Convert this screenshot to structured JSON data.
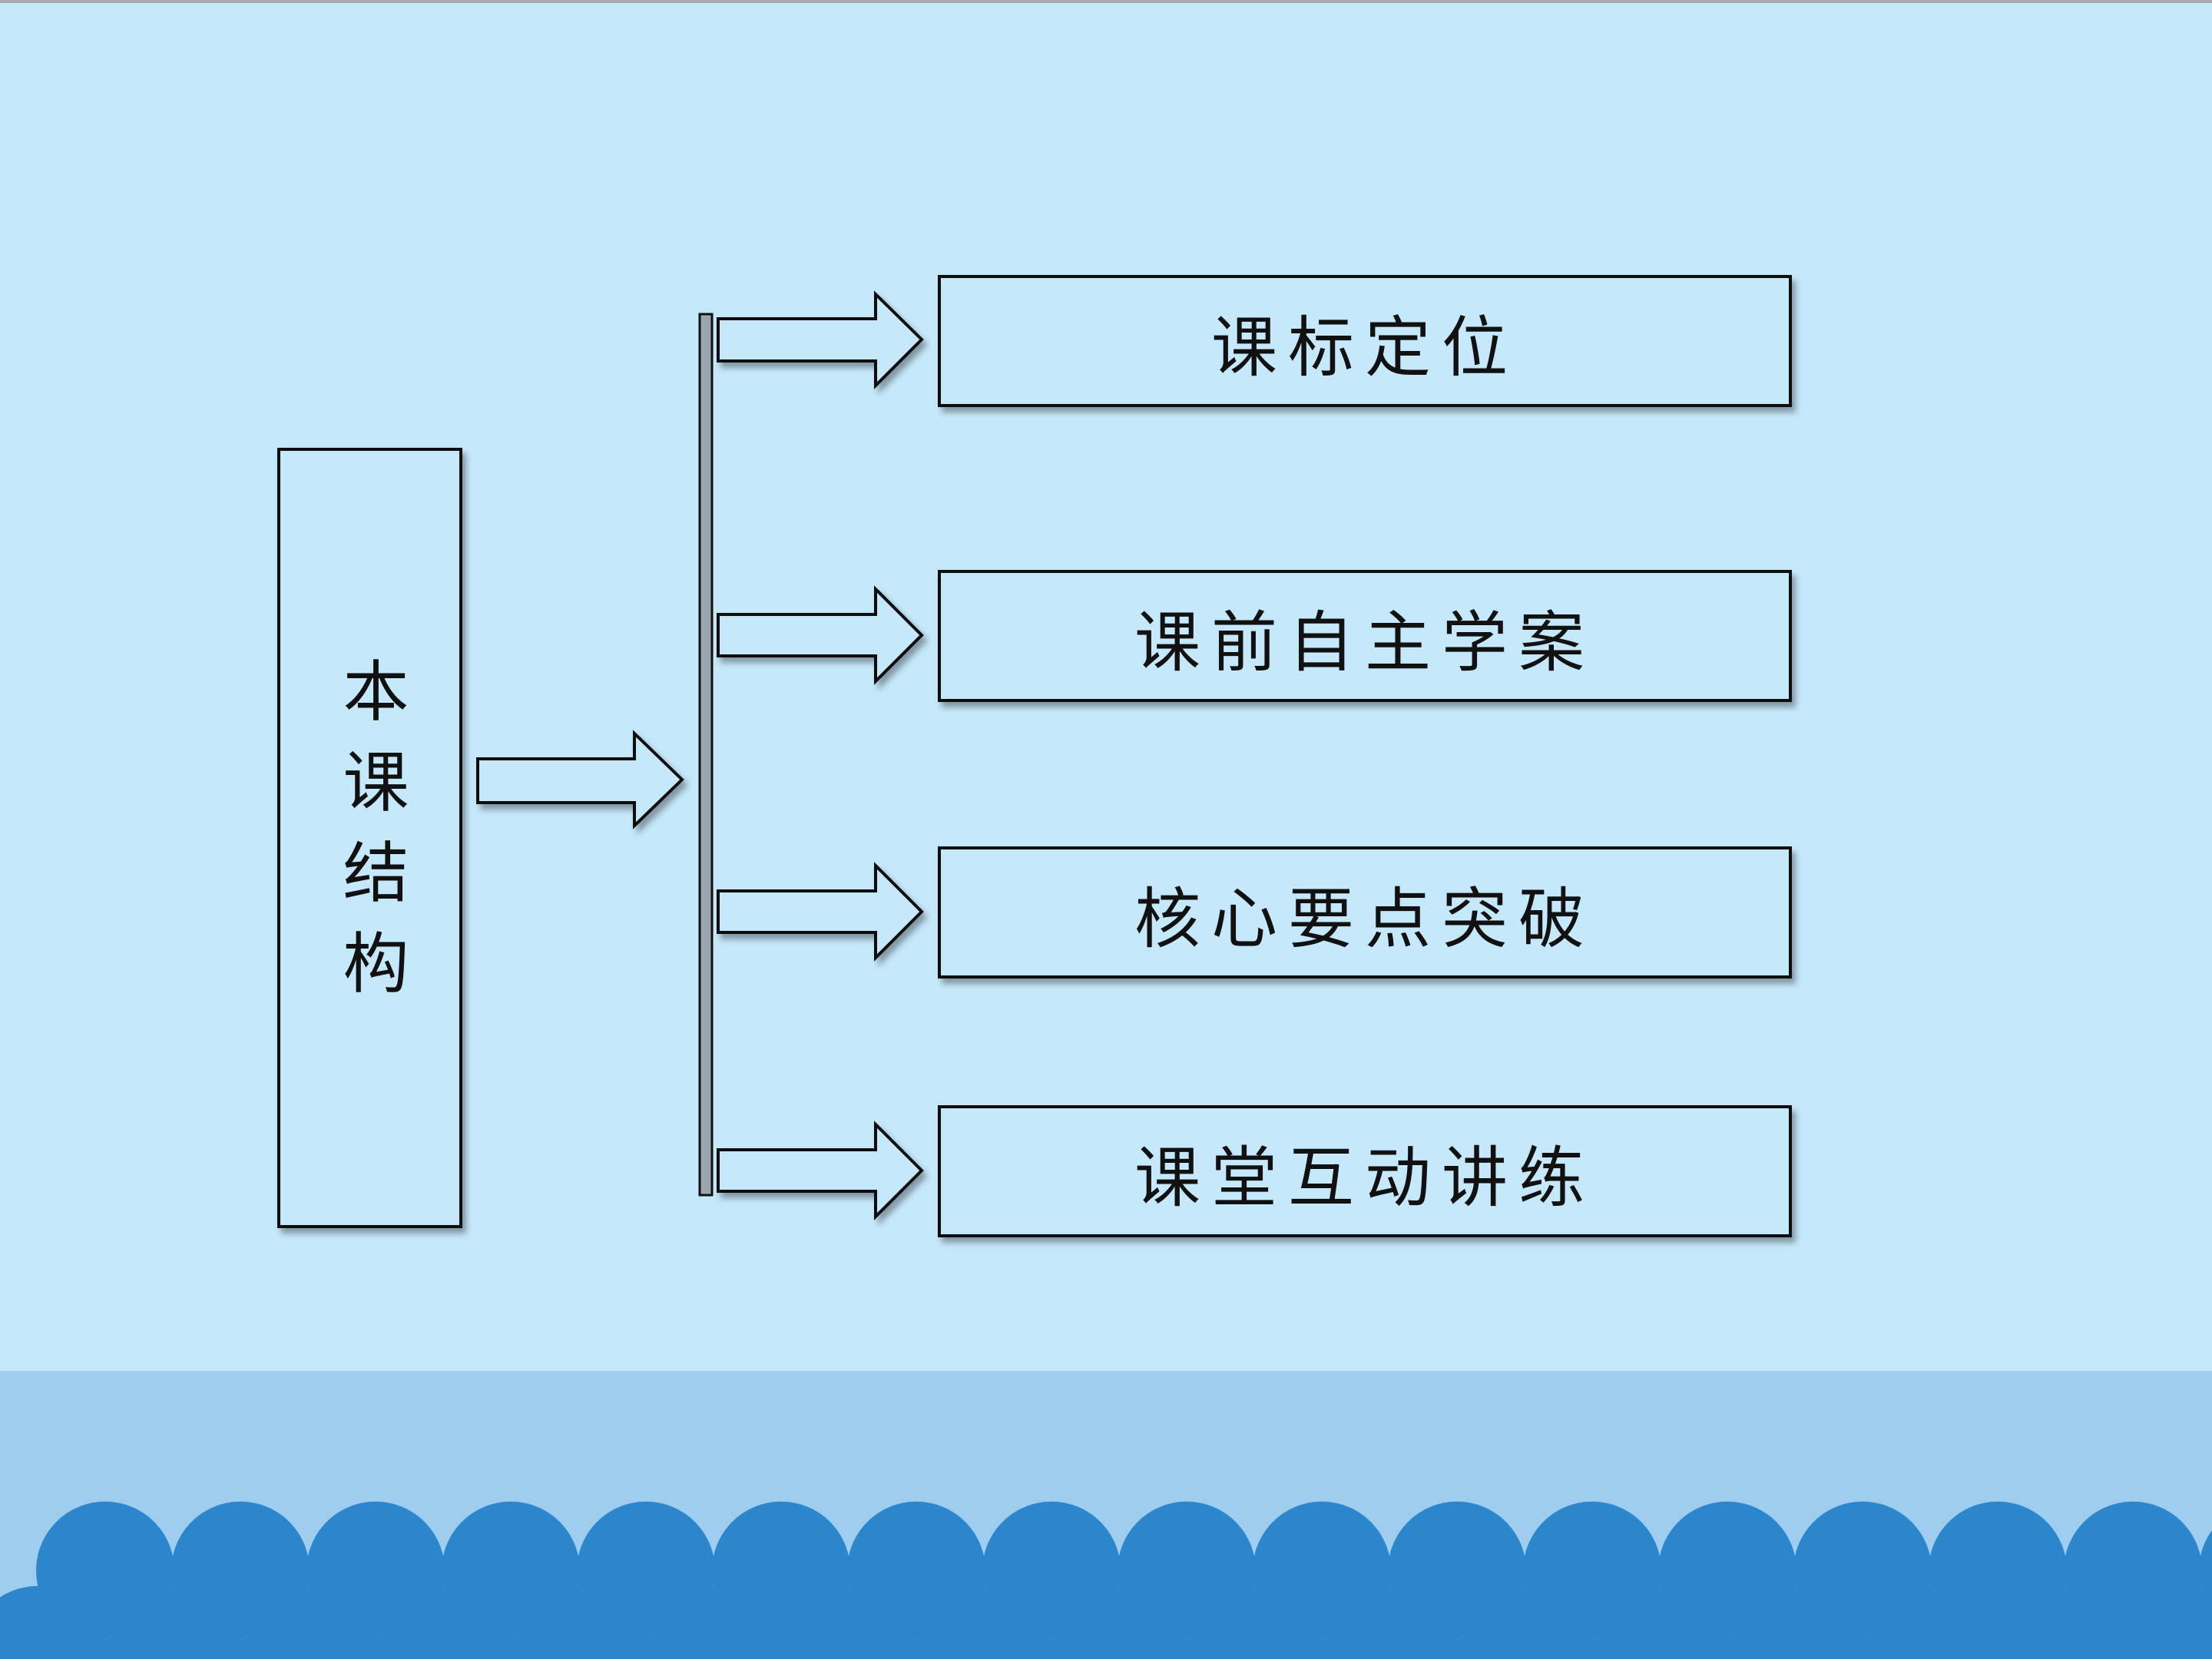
{
  "colors": {
    "background": "#c6e8fb",
    "footer_band": "#9ecdf0",
    "scallop": "#2b86cc",
    "box_fill": "#c6e8fb",
    "stroke": "#111111"
  },
  "diagram": {
    "root_label": "本课结构",
    "branches": [
      {
        "label": "课标定位"
      },
      {
        "label": "课前自主学案"
      },
      {
        "label": "核心要点突破"
      },
      {
        "label": "课堂互动讲练"
      }
    ]
  }
}
